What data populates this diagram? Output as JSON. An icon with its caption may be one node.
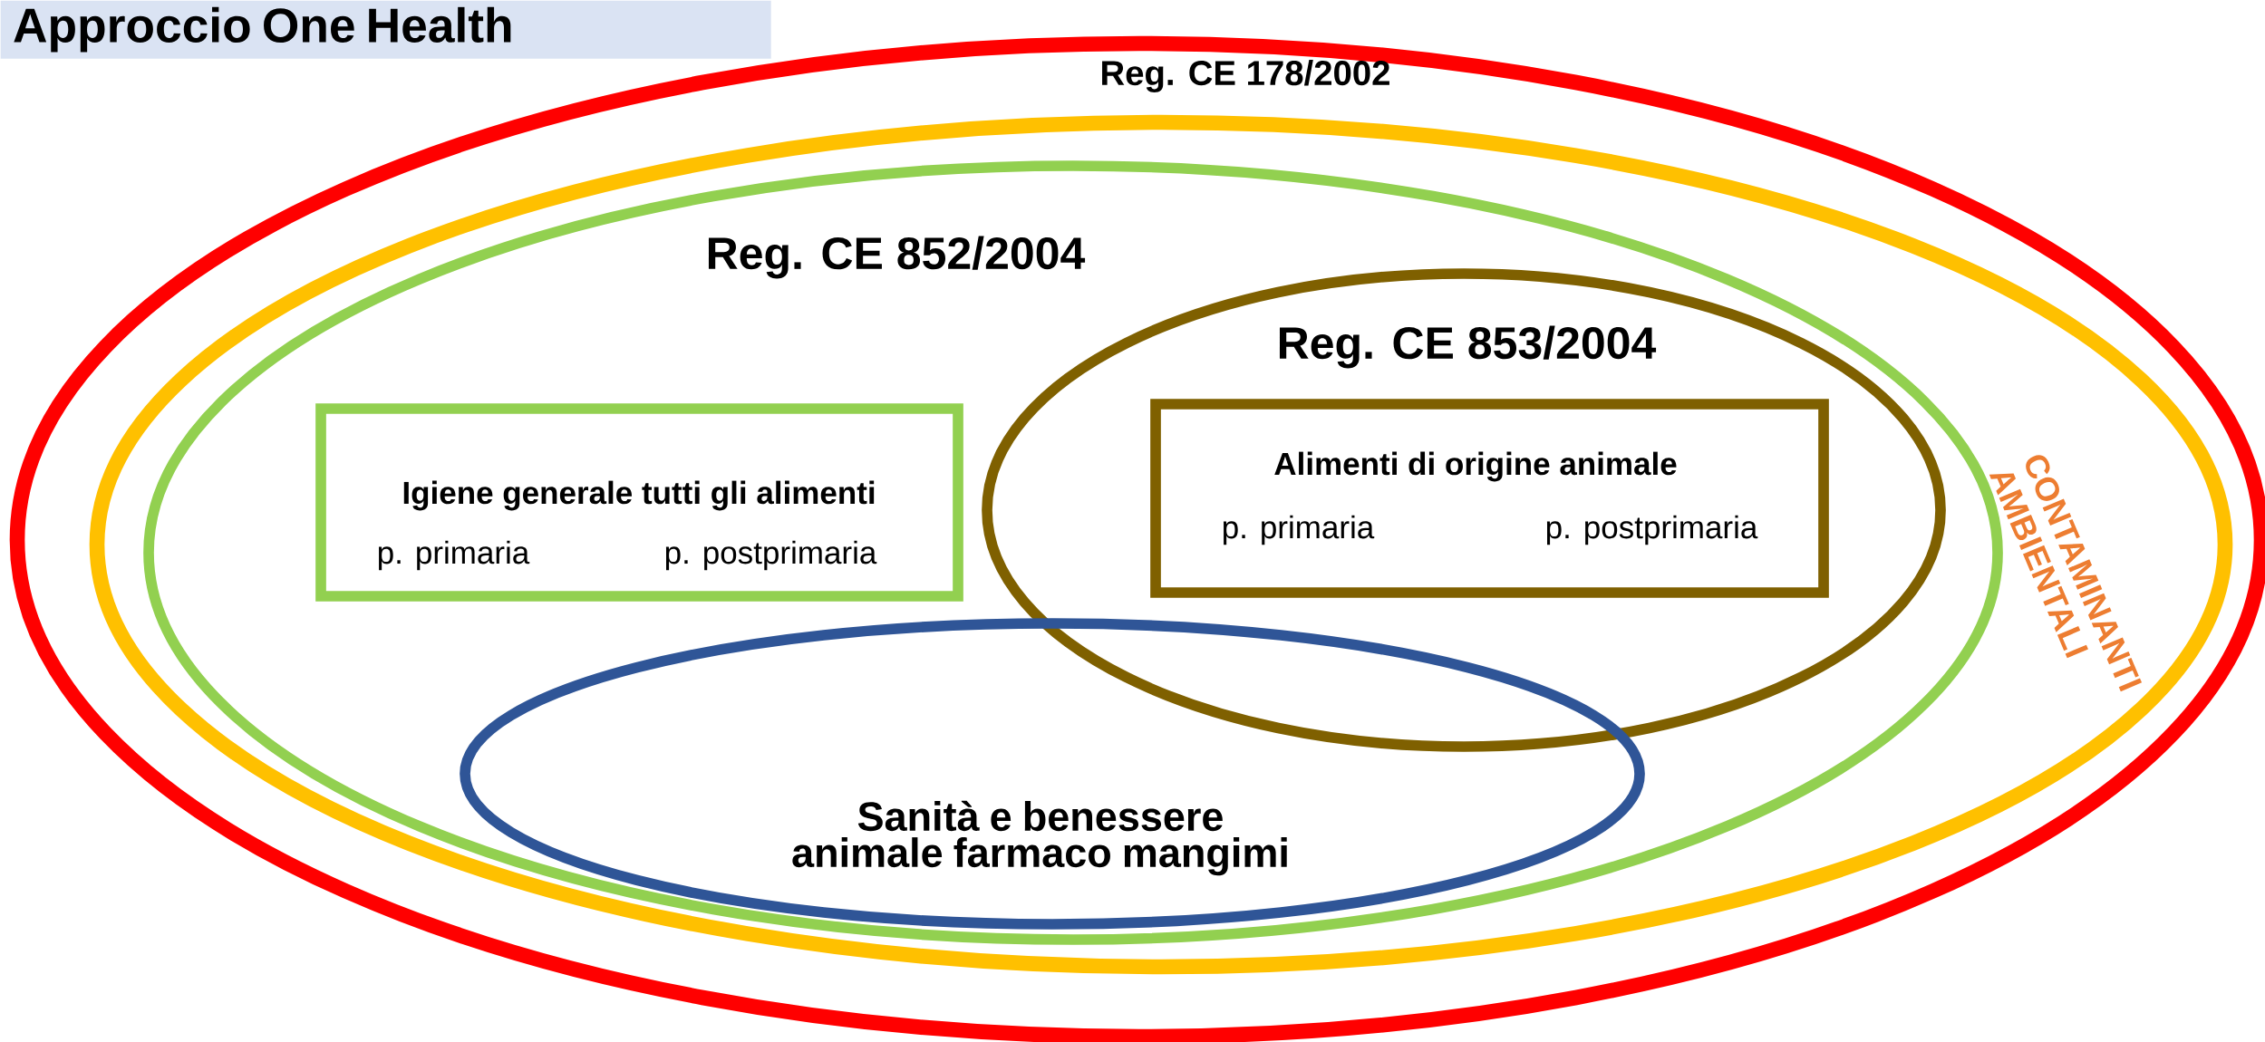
{
  "diagram": {
    "title": "Approccio One Health",
    "nodes": [
      {
        "text": [
          "Reg. CE 178/2002"
        ]
      },
      {
        "text": [
          "CONTAMINANTI AMBIENTALI"
        ],
        "in": 0
      },
      {
        "text": [
          "Reg. CE 852/2004"
        ],
        "in": 1
      },
      {
        "text": [
          "Igiene generale tutti gli alimenti",
          "p. primaria",
          "p. postprimaria"
        ],
        "in": 2
      },
      {
        "text": [
          "Reg. CE 853/2004"
        ],
        "in": 2
      },
      {
        "text": [
          "Alimenti di origine animale",
          "p. primaria",
          "p. postprimaria"
        ],
        "in": 4
      },
      {
        "text": [
          "Sanità e benessere animale farmaco mangimi"
        ],
        "in": 2
      }
    ]
  }
}
